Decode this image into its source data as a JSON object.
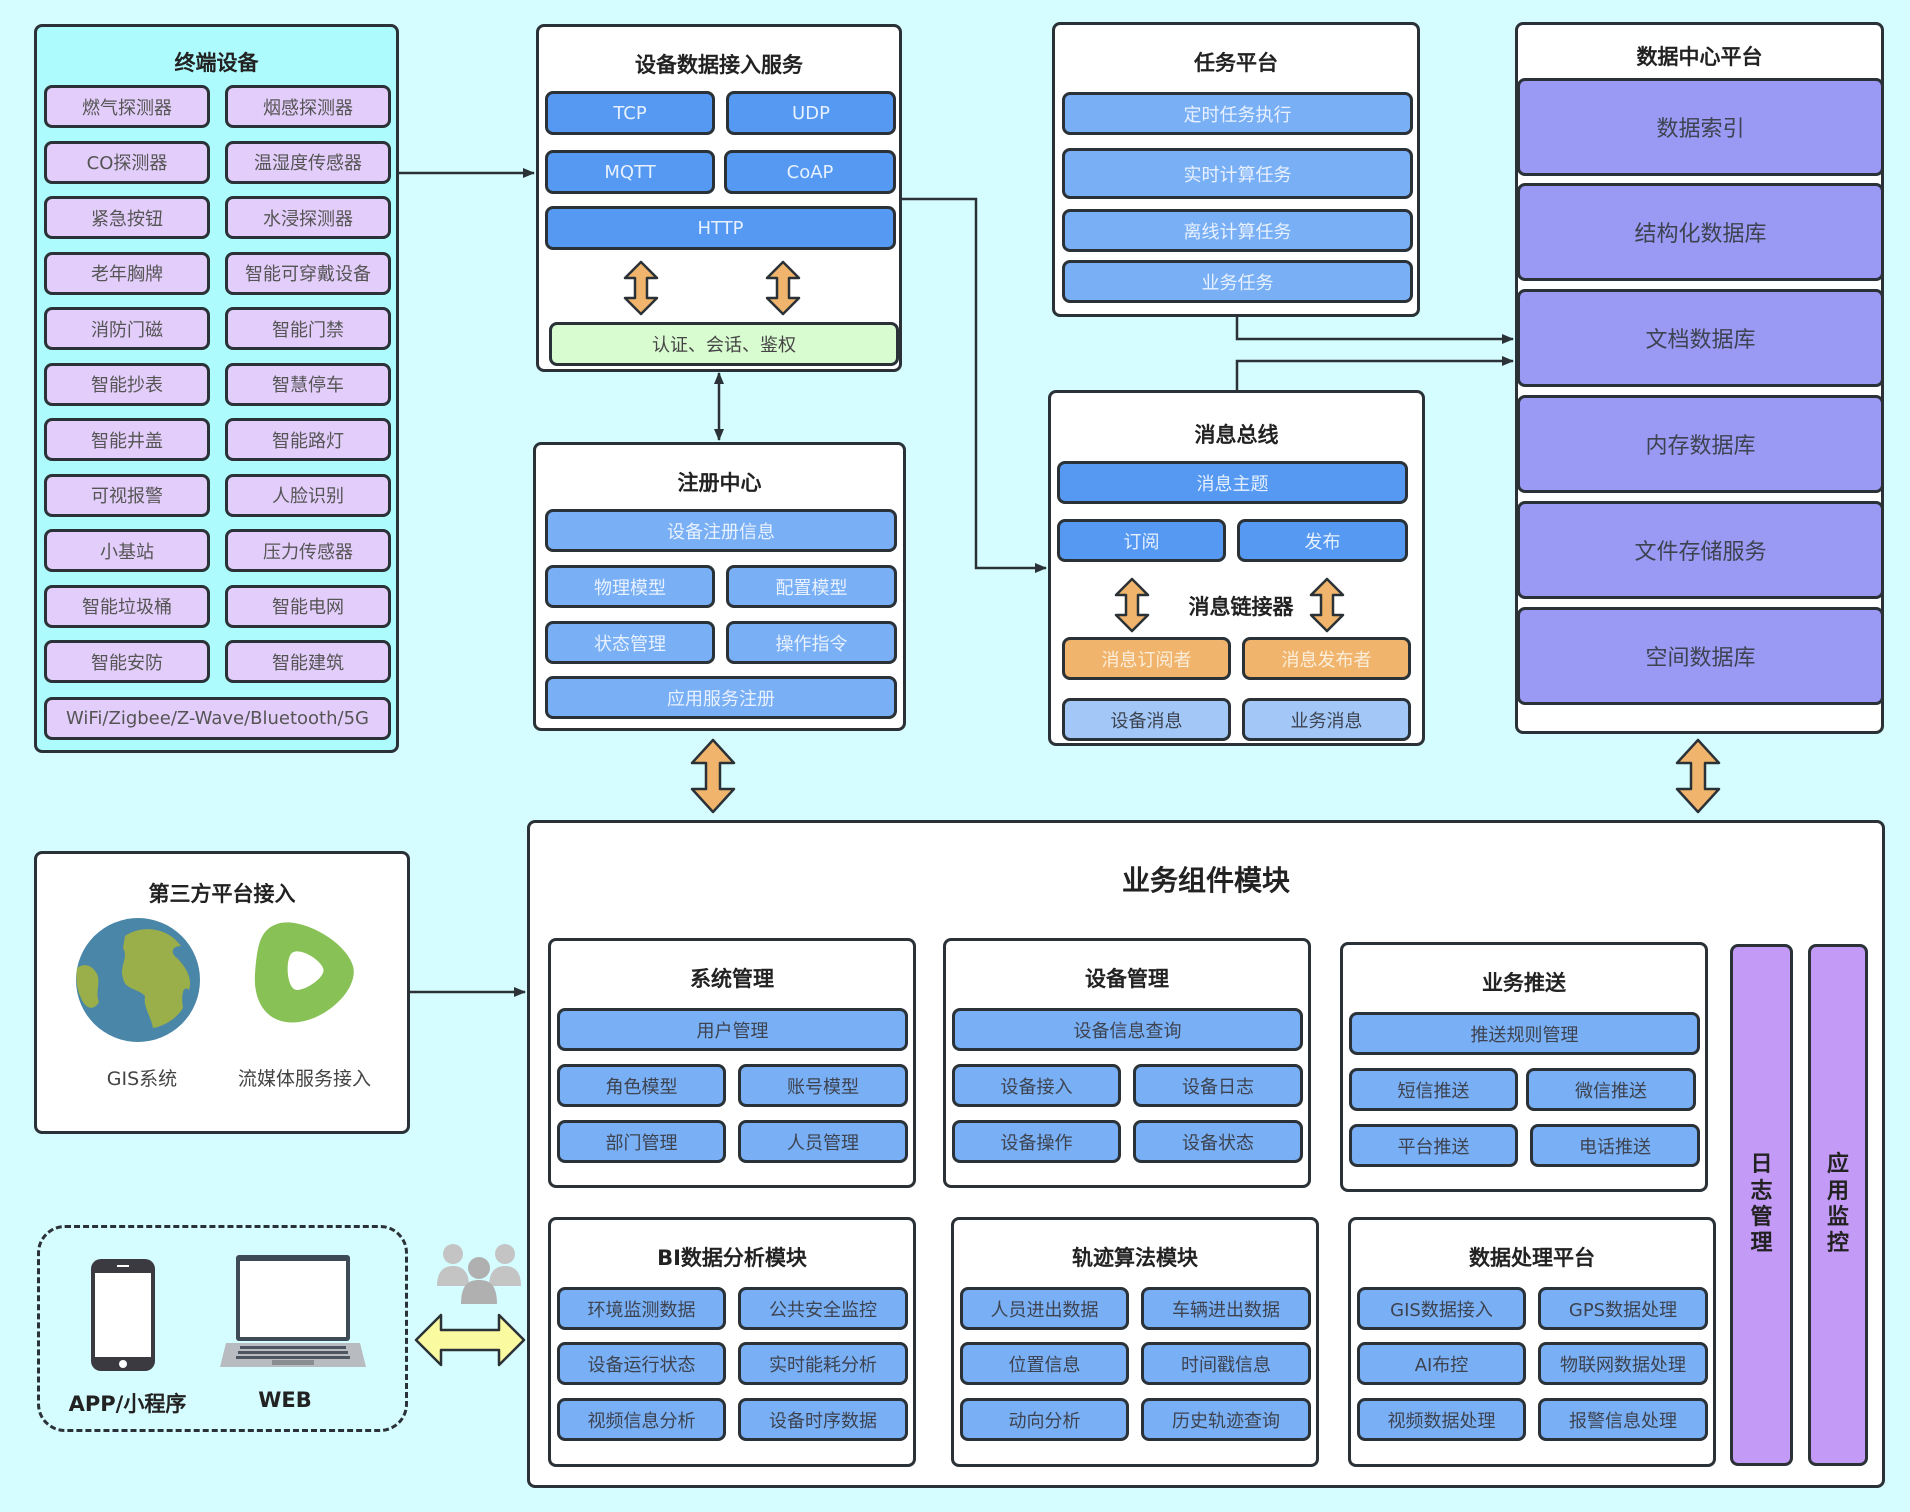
{
  "terminal_devices": {
    "title": "终端设备",
    "items": [
      "燃气探测器",
      "烟感探测器",
      "CO探测器",
      "温湿度传感器",
      "紧急按钮",
      "水浸探测器",
      "老年胸牌",
      "智能可穿戴设备",
      "消防门磁",
      "智能门禁",
      "智能抄表",
      "智慧停车",
      "智能井盖",
      "智能路灯",
      "可视报警",
      "人脸识别",
      "小基站",
      "压力传感器",
      "智能垃圾桶",
      "智能电网",
      "智能安防",
      "智能建筑"
    ],
    "protocols": "WiFi/Zigbee/Z-Wave/Bluetooth/5G"
  },
  "device_access": {
    "title": "设备数据接入服务",
    "protocols": [
      "TCP",
      "UDP",
      "MQTT",
      "CoAP",
      "HTTP"
    ],
    "auth": "认证、会话、鉴权"
  },
  "registry": {
    "title": "注册中心",
    "items": [
      "设备注册信息",
      "物理模型",
      "配置模型",
      "状态管理",
      "操作指令",
      "应用服务注册"
    ]
  },
  "task_platform": {
    "title": "任务平台",
    "items": [
      "定时任务执行",
      "实时计算任务",
      "离线计算任务",
      "业务任务"
    ]
  },
  "message_bus": {
    "title": "消息总线",
    "topic": "消息主题",
    "subscribe": "订阅",
    "publish": "发布",
    "connector": "消息链接器",
    "subscriber": "消息订阅者",
    "publisher": "消息发布者",
    "device_msg": "设备消息",
    "business_msg": "业务消息"
  },
  "data_center": {
    "title": "数据中心平台",
    "items": [
      "数据索引",
      "结构化数据库",
      "文档数据库",
      "内存数据库",
      "文件存储服务",
      "空间数据库"
    ]
  },
  "third_party": {
    "title": "第三方平台接入",
    "gis": "GIS系统",
    "streaming": "流媒体服务接入"
  },
  "clients": {
    "app": "APP/小程序",
    "web": "WEB"
  },
  "business": {
    "title": "业务组件模块",
    "system_mgmt": {
      "title": "系统管理",
      "items": [
        "用户管理",
        "角色模型",
        "账号模型",
        "部门管理",
        "人员管理"
      ]
    },
    "device_mgmt": {
      "title": "设备管理",
      "items": [
        "设备信息查询",
        "设备接入",
        "设备日志",
        "设备操作",
        "设备状态"
      ]
    },
    "push": {
      "title": "业务推送",
      "items": [
        "推送规则管理",
        "短信推送",
        "微信推送",
        "平台推送",
        "电话推送"
      ]
    },
    "bi": {
      "title": "BI数据分析模块",
      "items": [
        "环境监测数据",
        "公共安全监控",
        "设备运行状态",
        "实时能耗分析",
        "视频信息分析",
        "设备时序数据"
      ]
    },
    "trajectory": {
      "title": "轨迹算法模块",
      "items": [
        "人员进出数据",
        "车辆进出数据",
        "位置信息",
        "时间戳信息",
        "动向分析",
        "历史轨迹查询"
      ]
    },
    "data_processing": {
      "title": "数据处理平台",
      "items": [
        "GIS数据接入",
        "GPS数据处理",
        "AI布控",
        "物联网数据处理",
        "视频数据处理",
        "报警信息处理"
      ]
    },
    "log_mgmt": "日志管理",
    "app_monitor": "应用监控"
  },
  "colors": {
    "background": "#d5fdff",
    "terminal_panel": "#aefbfd",
    "lavender": "#e3cdfa",
    "blue": "#5599f2",
    "light_blue": "#79aff5",
    "green": "#d8fbd0",
    "orange": "#f0b46c",
    "periwinkle": "#9a9af5",
    "violet": "#c39af5"
  }
}
